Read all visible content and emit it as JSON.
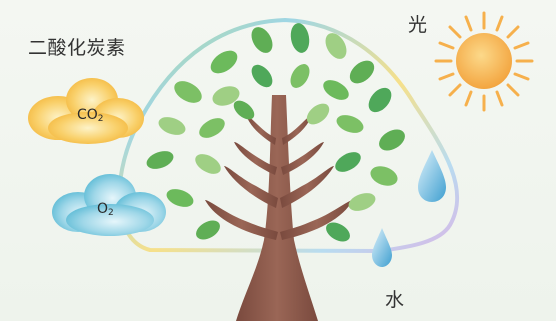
{
  "labels": {
    "carbon_dioxide": "二酸化炭素",
    "light": "光",
    "water": "水",
    "co2_main": "CO",
    "co2_sub": "2",
    "o2_main": "O",
    "o2_sub": "2"
  },
  "icons": [
    "sun-icon",
    "water-drop-icon",
    "cloud-icon",
    "leaf-icon",
    "tree-trunk-icon"
  ],
  "colors": {
    "background": "#f1f5f0",
    "leaf_dark": "#4fa85a",
    "leaf_light": "#9fcf84",
    "trunk": "#8b5a4a",
    "sun": "#f5b04a",
    "co2_cloud": "#f6c047",
    "o2_cloud": "#74c8dc",
    "water": "#4aa7d6"
  }
}
